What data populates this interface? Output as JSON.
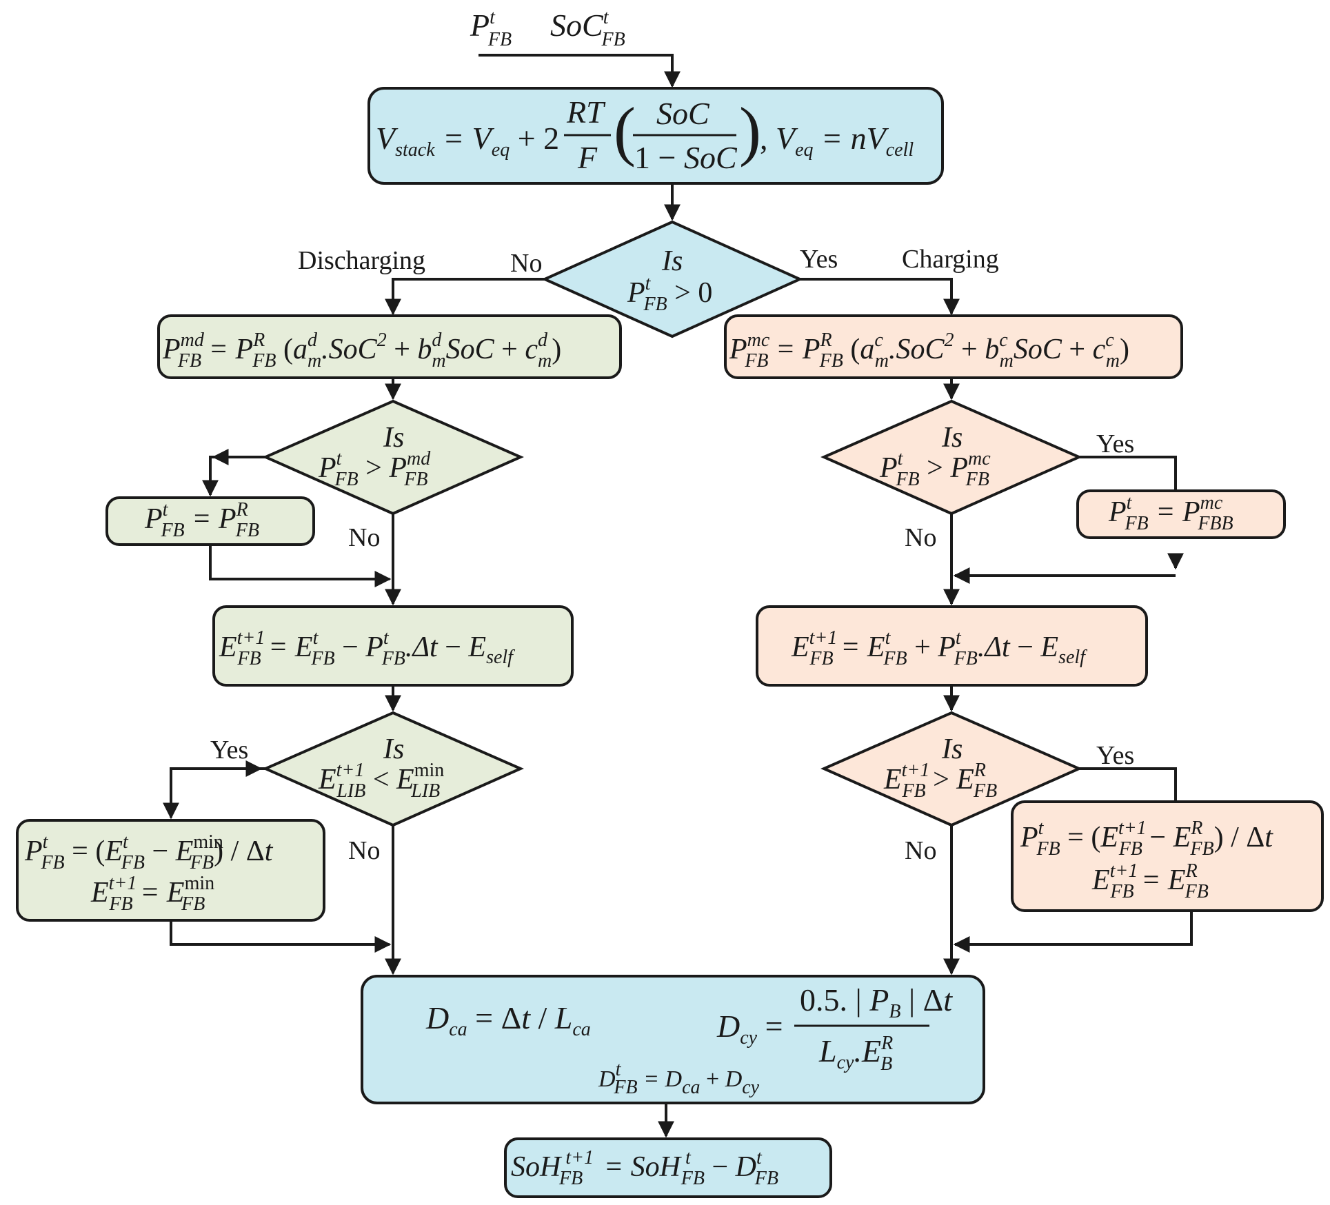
{
  "colors": {
    "blue": "#c9e9f1",
    "green": "#e6edda",
    "orange": "#fde7d9",
    "stroke": "#1a1a1a"
  },
  "labels": {
    "discharging": "Discharging",
    "charging": "Charging",
    "no": "No",
    "yes": "Yes",
    "is": "Is"
  }
}
